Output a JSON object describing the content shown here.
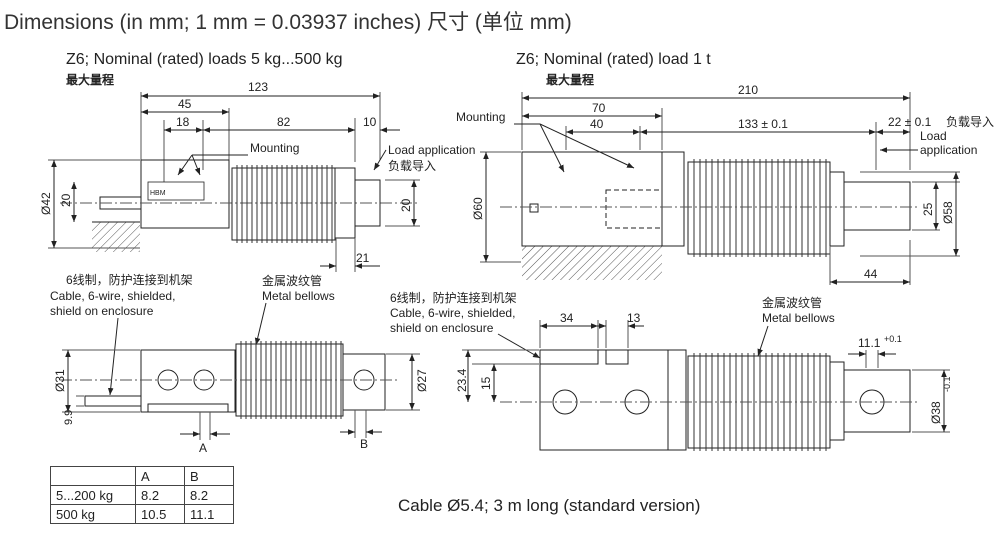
{
  "title": "Dimensions (in mm; 1 mm = 0.03937 inches) 尺寸 (单位 mm)",
  "left_view": {
    "heading": "Z6; Nominal (rated) loads 5 kg...500 kg",
    "heading_cn": "最大量程",
    "dims": {
      "total": "123",
      "d45": "45",
      "d18": "18",
      "d82": "82",
      "d10": "10",
      "d42": "Ø42",
      "d20_left": "20",
      "d20_right": "20",
      "d21": "21",
      "d31": "Ø31",
      "d9": "9.9",
      "d27": "Ø27",
      "A": "A",
      "B": "B"
    },
    "mounting": "Mounting",
    "load_app": "Load application",
    "load_app_cn": "负载导入",
    "cable_cn": "6线制，防护连接到机架",
    "cable_en_1": "Cable, 6-wire, shielded,",
    "cable_en_2": "shield on enclosure",
    "bellows_cn": "金属波纹管",
    "bellows_en": "Metal bellows",
    "brand": "HBM"
  },
  "right_view": {
    "heading": "Z6; Nominal (rated) load 1 t",
    "heading_cn": "最大量程",
    "dims": {
      "total": "210",
      "d70": "70",
      "d40": "40",
      "d133": "133 ± 0.1",
      "d22": "22 ± 0.1",
      "d60": "Ø60",
      "d25": "25",
      "d58": "Ø58",
      "d44": "44",
      "d34": "34",
      "d13": "13",
      "d23": "23.4",
      "d15": "15",
      "d11": "11.1",
      "d11_tol": "+0.1",
      "d38": "Ø38",
      "d38_tol": "-0.1"
    },
    "mounting": "Mounting",
    "load_app_cn": "负载导入",
    "load_app_1": "Load",
    "load_app_2": "application",
    "cable_cn": "6线制，防护连接到机架",
    "cable_en_1": "Cable, 6-wire, shielded,",
    "cable_en_2": "shield on enclosure",
    "bellows_cn": "金属波纹管",
    "bellows_en": "Metal bellows"
  },
  "table": {
    "header": [
      "",
      "A",
      "B"
    ],
    "rows": [
      [
        "5...200 kg",
        "8.2",
        "8.2"
      ],
      [
        "500 kg",
        "10.5",
        "11.1"
      ]
    ]
  },
  "footnote": "Cable Ø5.4; 3 m long (standard version)"
}
